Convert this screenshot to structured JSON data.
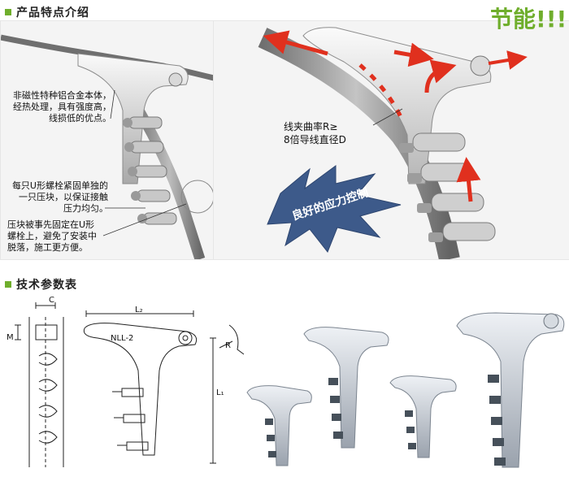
{
  "sections": {
    "features_title": "产品特点介绍",
    "specs_title": "技术参数表"
  },
  "headline": "节能!!!",
  "callouts": {
    "alloy_lines": [
      "非磁性特种铝合金本体，",
      "经热处理，具有强度高，",
      "线损低的优点。"
    ],
    "bolt_lines": [
      "每只U形螺栓紧固单独的",
      "一只压块，以保证接触",
      "压力均匀。"
    ],
    "block_lines": [
      "压块被事先固定在U形",
      "螺栓上，避免了安装中",
      "脱落，施工更方便。"
    ]
  },
  "radius_note": [
    "线夹曲率R≥",
    "8倍导线直径D"
  ],
  "burst_text": "良好的应力控制",
  "dimensions": {
    "c": "C",
    "m": "M",
    "l2": "L₂",
    "l1": "L₁",
    "r": "R",
    "model": "NLL-2"
  },
  "colors": {
    "accent_green": "#6fae2c",
    "arrow_red": "#e0301e",
    "burst_blue": "#3d5a8a"
  }
}
